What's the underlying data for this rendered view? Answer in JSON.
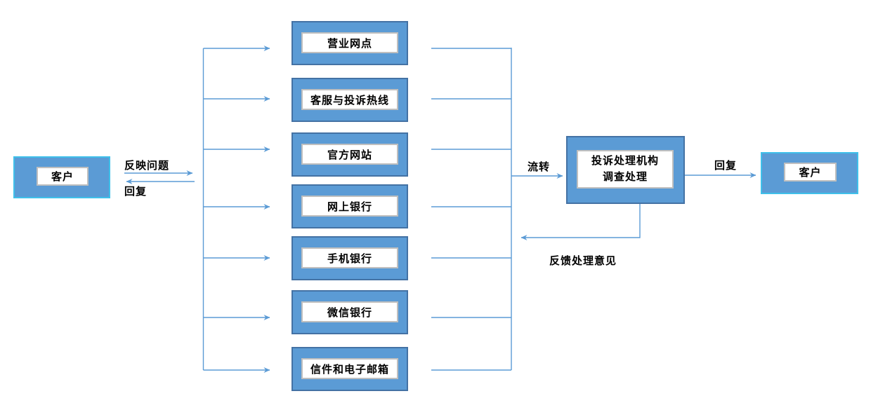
{
  "colors": {
    "node_fill": "#5b9bd5",
    "node_border": "#4472a4",
    "customer_border": "#3fc0ea",
    "inner_border": "#bfbfbf",
    "line": "#5b9bd5",
    "text": "#000000"
  },
  "nodes": {
    "customer_left": "客户",
    "customer_right": "客户",
    "processor": "投诉处理机构\n调查处理"
  },
  "channels": [
    "营业网点",
    "客服与投诉热线",
    "官方网站",
    "网上银行",
    "手机银行",
    "微信银行",
    "信件和电子邮箱"
  ],
  "edge_labels": {
    "reflect_problem": "反映问题",
    "reply_left": "回复",
    "transfer": "流转",
    "reply_right": "回复",
    "feedback": "反馈处理意见"
  }
}
